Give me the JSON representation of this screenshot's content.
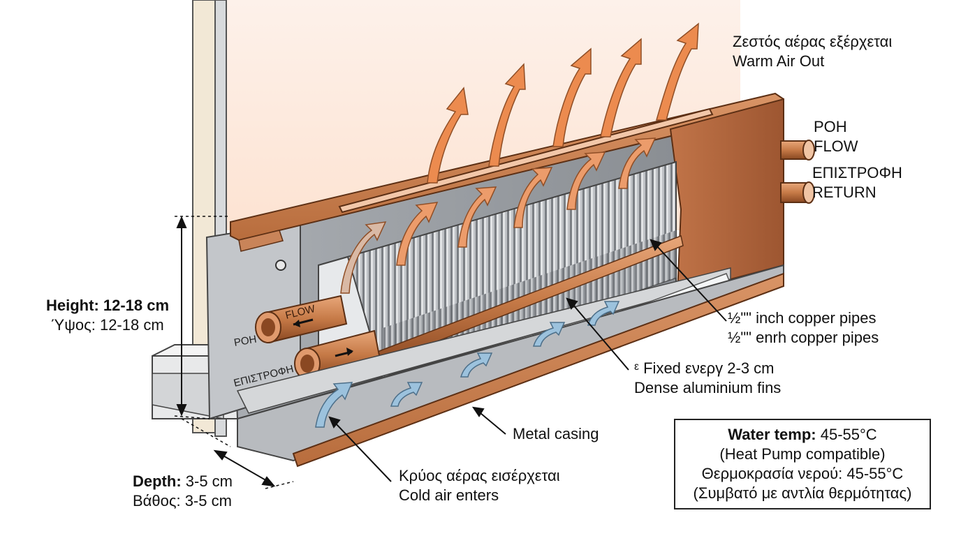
{
  "colors": {
    "copper": "#c97e4e",
    "copper_dark": "#8f4e26",
    "fin": "#b9bcc0",
    "fin_dark": "#7d8186",
    "warm_arrow": "#ec8b4f",
    "cold_arrow": "#9cc2dd",
    "wall": "#f0e6d2"
  },
  "labels": {
    "warm_air": [
      "Ζεστός αέρας εξέρχεται",
      "Warm Air Out"
    ],
    "flow_right": [
      "ΡΟΗ",
      "FLOW"
    ],
    "return_right": [
      "ΕΠΙΣΤΡΟΦΗ",
      "RETURN"
    ],
    "copper_pipes": [
      "½\"\" inch copper pipes",
      "½\"\" enrh copper pipes"
    ],
    "fins": [
      "ᵋ Fixed ενεργ 2-3 cm",
      "Dense aluminium fins"
    ],
    "casing": "Metal casing",
    "cold_air": [
      "Κρύος αέρας εισέρχεται",
      "Cold air enters"
    ],
    "height_label": "Height:",
    "height_value": " 12-18 cm",
    "height_greek": "Ύψος: 12-18 cm",
    "depth_label": "Depth:",
    "depth_value": " 3-5 cm",
    "depth_greek": "Βάθος: 3-5 cm",
    "pipe_flow": "FLOW",
    "pipe_roh": "ΡΟΗ",
    "pipe_return": "ΕΠΙΣΤΡΟΦΗ"
  },
  "spec": {
    "water_label": "Water temp:",
    "water_value": " 45-55°C",
    "compat": "(Heat Pump compatible)",
    "water_greek": "Θερμοκρασία νερού: 45-55°C",
    "compat_greek": "(Συμβατό με αντλία θερμότητας)"
  }
}
